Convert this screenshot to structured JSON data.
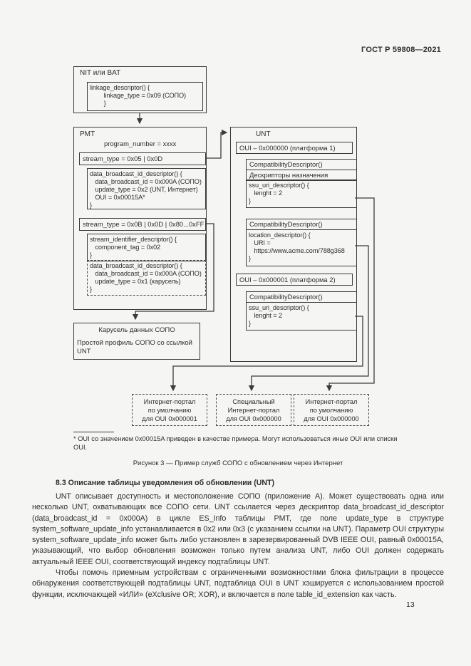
{
  "header": {
    "standard": "ГОСТ Р 59808—2021",
    "page_number": "13"
  },
  "figure": {
    "nit": {
      "title": "NIT или BAT",
      "linkage_descriptor": "linkage_descriptor() {\n        linkage_type = 0x09 (СОПО)\n        }"
    },
    "pmt": {
      "title": "PMT",
      "program_number": "program_number = xxxx",
      "stream1_type": "stream_type = 0x05 | 0x0D",
      "stream1_descriptor": "data_broadcast_id_descriptor() {\n   data_broadcast_id = 0x000A (СОПО)\n   update_type = 0x2 (UNT, Интернет)\n   OUI = 0x00015A*\n}",
      "stream2_type": "stream_type = 0x0B | 0x0D | 0x80...0xFF",
      "stream2_identifier": "stream_identifier_descriptor() {\n   component_tag = 0x02\n}",
      "stream2_descriptor": "data_broadcast_id_descriptor() {\n   data_broadcast_id = 0x000A (СОПО)\n   update_type = 0x1 (карусель)\n}"
    },
    "unt": {
      "title": "UNT",
      "oui1": "OUI – 0x000000 (платформа 1)",
      "group1": {
        "compatibility": "CompatibilityDescriptor()",
        "target_descriptors": "Дескрипторы назначения",
        "ssu_uri": "ssu_uri_descriptor() {\n   lenght = 2\n}"
      },
      "group2": {
        "compatibility": "CompatibilityDescriptor()",
        "location": "location_descriptor() {\n   URI =\n   https://www.acme.com/788g368\n}"
      },
      "oui2": "OUI – 0x000001 (платформа 2)",
      "group3": {
        "compatibility": "CompatibilityDescriptor()",
        "ssu_uri": "ssu_uri_descriptor() {\n   lenght = 2\n}"
      }
    },
    "carousel": {
      "title": "Карусель данных СОПО",
      "body": "Простой профиль СОПО со ссылкой UNT"
    },
    "portals": {
      "left": "Интернет-портал\nпо умолчанию\nдля OUI 0x000001",
      "center": "Специальный\nИнтернет-портал\nдля OUI 0x000000",
      "right": "Интернет-портал\nпо умолчанию\nдля OUI 0x000000"
    },
    "footnote": "* OUI со значением 0x00015A приведен в качестве примера. Могут использоваться иные OUI или списки OUI.",
    "caption": "Рисунок 3 — Пример служб СОПО с обновлением через Интернет"
  },
  "section": {
    "heading": "8.3 Описание таблицы уведомления об обновлении (UNT)",
    "paragraph1": "UNT описывает доступность и местоположение СОПО (приложение А). Может существовать одна или несколько UNT, охватывающих все СОПО сети. UNT ссылается через дескриптор data_broadcast_id_descriptor (data_broadcast_id = 0x000A) в цикле ES_Info таблицы PMT, где поле update_type в структуре system_software_update_info устанавливается в 0x2 или 0x3 (с указанием ссылки на UNT). Параметр OUI структуры system_software_update_info может быть либо установлен в зарезервированный DVB IEEE OUI, равный 0x00015A, указывающий, что выбор обновления возможен только путем анализа UNT, либо OUI должен содержать актуальный IEEE OUI, соответствующий индексу подтаблицы UNT.",
    "paragraph2": "Чтобы помочь приемным устройствам с ограниченными возможностями блока фильтрации в процессе обнаружения соответствующей подтаблицы UNT, подтаблица OUI в UNT хэшируется с использованием простой функции, исключающей «ИЛИ» (eXclusive OR; XOR), и включается в поле table_id_extension как часть."
  }
}
